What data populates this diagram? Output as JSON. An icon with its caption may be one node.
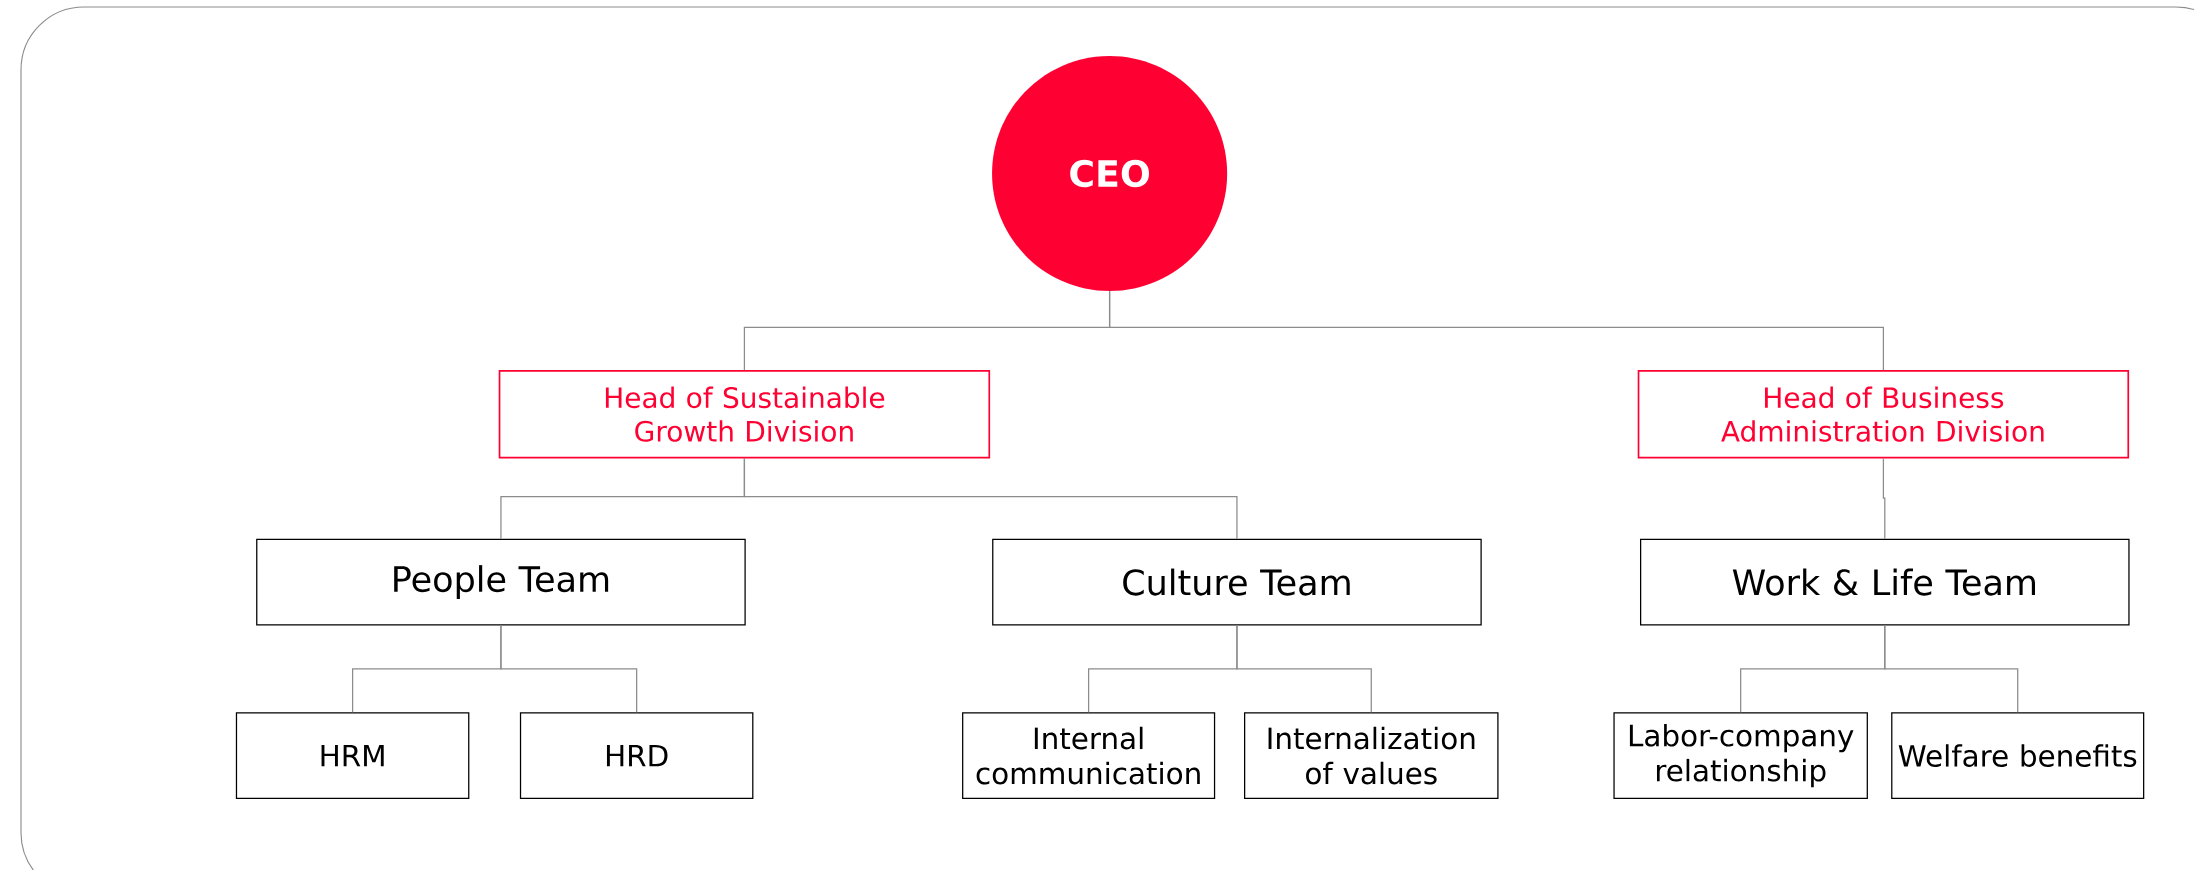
{
  "diagram": {
    "nodes": [
      {
        "text": [
          "CEO"
        ]
      },
      {
        "text": [
          "Head of Sustainable Growth Division"
        ]
      },
      {
        "text": [
          "Head of Business Administration Division"
        ]
      },
      {
        "text": [
          "People Team"
        ]
      },
      {
        "text": [
          "Culture Team"
        ]
      },
      {
        "text": [
          "Work & Life Team"
        ]
      },
      {
        "text": [
          "HRM"
        ]
      },
      {
        "text": [
          "HRD"
        ]
      },
      {
        "text": [
          "Internal communication"
        ]
      },
      {
        "text": [
          "Internalization of values"
        ]
      },
      {
        "text": [
          "Labor-company relationship"
        ]
      },
      {
        "text": [
          "Welfare benefits"
        ]
      }
    ],
    "edges": [
      {
        "from": 0,
        "to": 1,
        "arrow": "none"
      },
      {
        "from": 0,
        "to": 2,
        "arrow": "none"
      },
      {
        "from": 1,
        "to": 3,
        "arrow": "none"
      },
      {
        "from": 1,
        "to": 4,
        "arrow": "none"
      },
      {
        "from": 2,
        "to": 5,
        "arrow": "none"
      },
      {
        "from": 3,
        "to": 6,
        "arrow": "none"
      },
      {
        "from": 3,
        "to": 7,
        "arrow": "none"
      },
      {
        "from": 4,
        "to": 8,
        "arrow": "none"
      },
      {
        "from": 4,
        "to": 9,
        "arrow": "none"
      },
      {
        "from": 5,
        "to": 10,
        "arrow": "none"
      },
      {
        "from": 5,
        "to": 11,
        "arrow": "none"
      }
    ]
  }
}
